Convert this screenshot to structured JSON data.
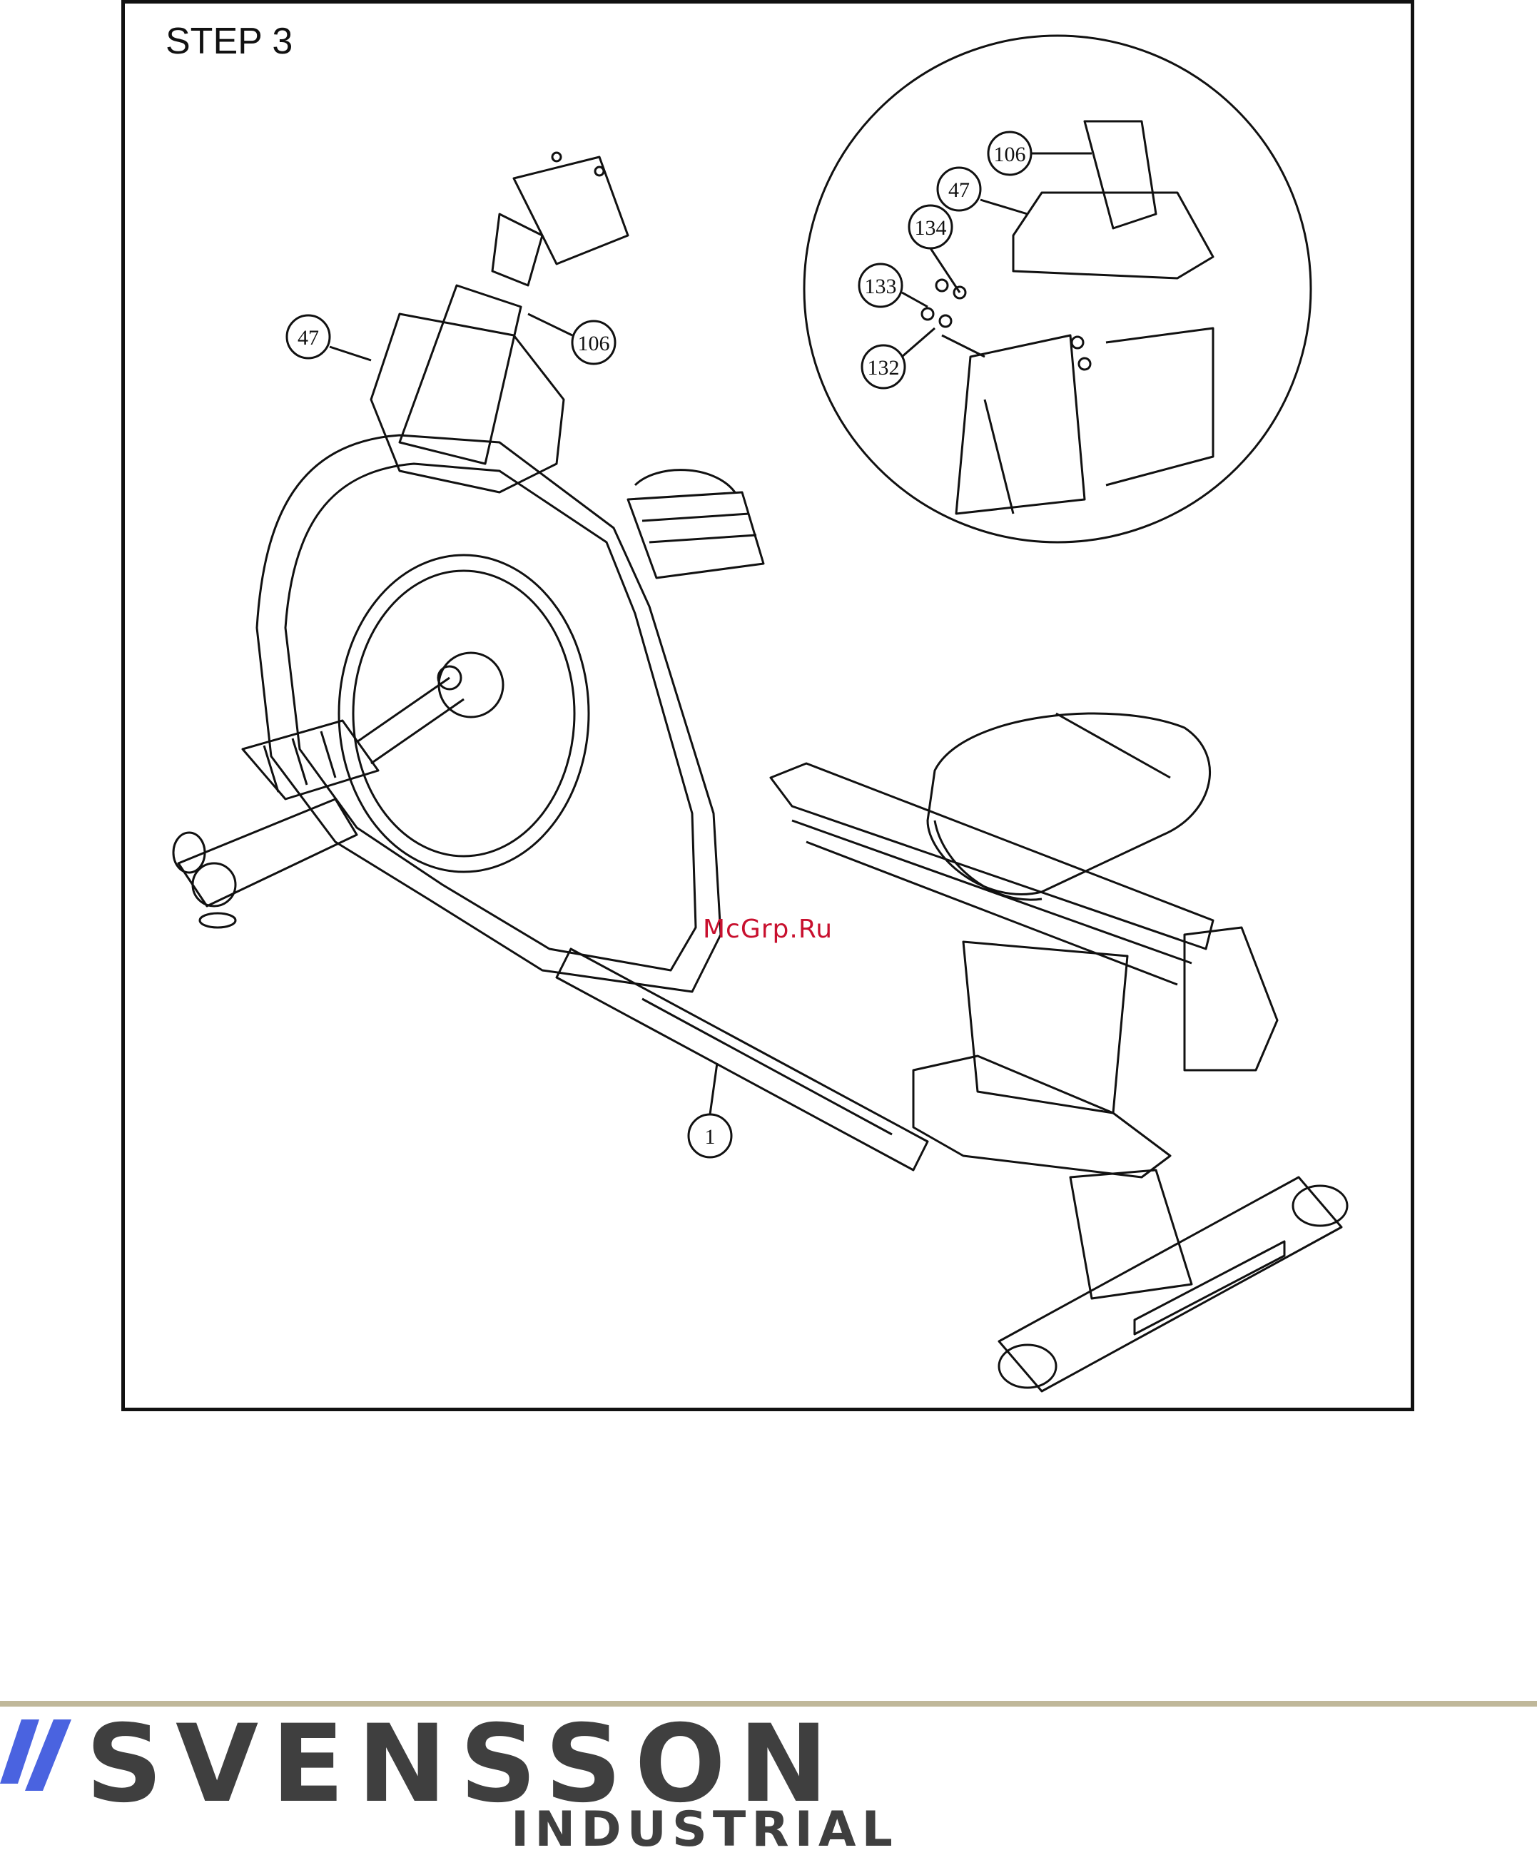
{
  "step": {
    "title": "STEP 3"
  },
  "callouts": {
    "main": [
      "47",
      "106",
      "1"
    ],
    "detail": [
      "106",
      "47",
      "134",
      "133",
      "132"
    ]
  },
  "watermark": "McGrp.Ru",
  "footer": {
    "brand": "SVENSSON",
    "subtitle": "INDUSTRIAL",
    "colors": {
      "rule": "#c0b89a",
      "logo_slash": "#4a63e0",
      "text": "#3f3f3f"
    }
  }
}
